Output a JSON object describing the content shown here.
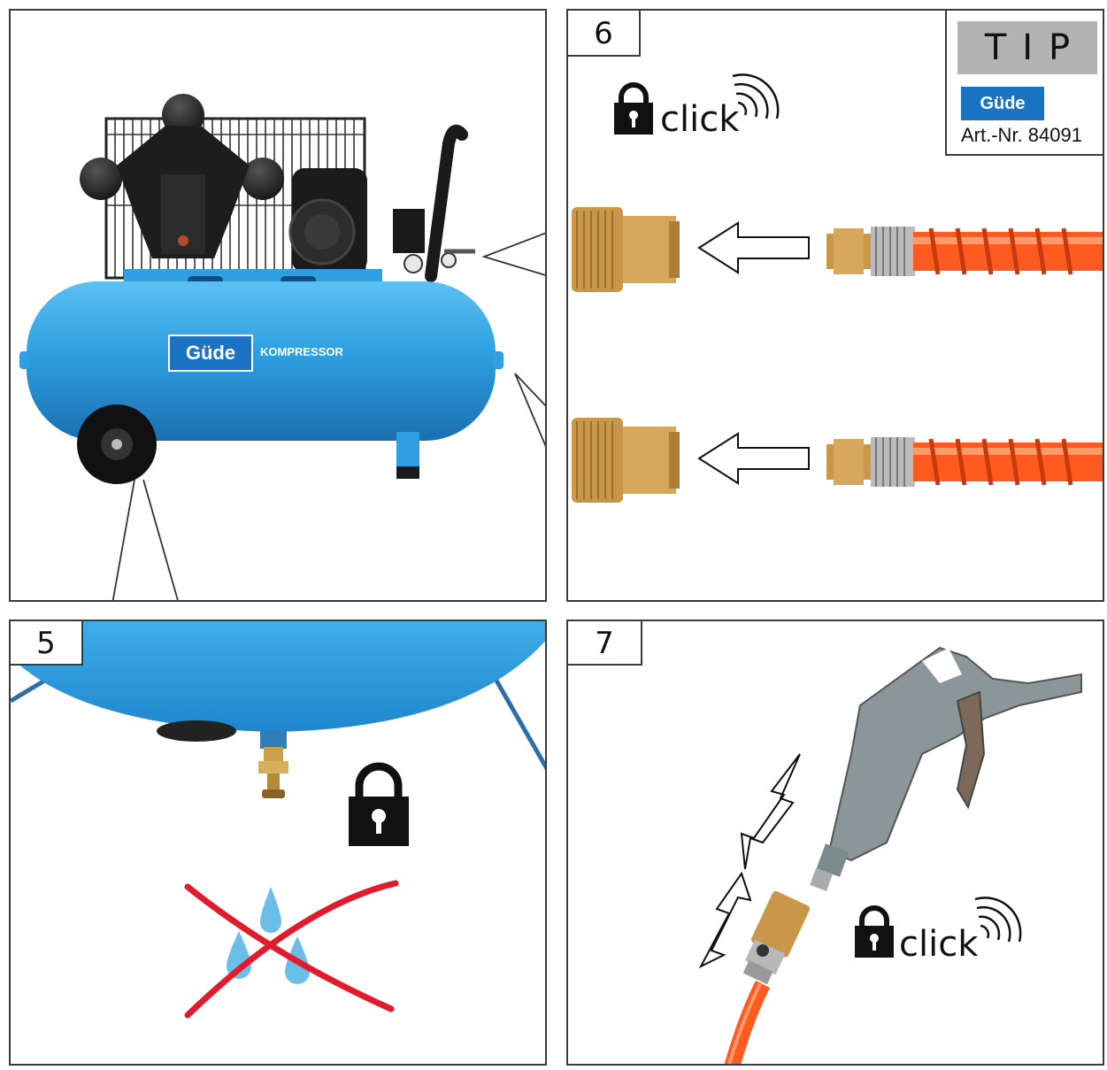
{
  "steps": {
    "step5": "5",
    "step6": "6",
    "step7": "7"
  },
  "tip": {
    "heading": "TIP",
    "brand": "Güde",
    "article_number": "Art.-Nr. 84091"
  },
  "compressor": {
    "brand": "Güde",
    "label": "KOMPRESSOR"
  },
  "labels": {
    "click_6": "click",
    "click_7": "click"
  },
  "colors": {
    "tank_blue": "#2e9fe0",
    "hose_orange": "#ff5a1f",
    "brass": "#c8974a",
    "cross_red": "#e21b2c",
    "water_blue": "#5bb8e6"
  },
  "icons": [
    "lock-icon",
    "sound-wave-icon",
    "arrow-left-icon",
    "cross-icon",
    "water-drop-icon"
  ]
}
